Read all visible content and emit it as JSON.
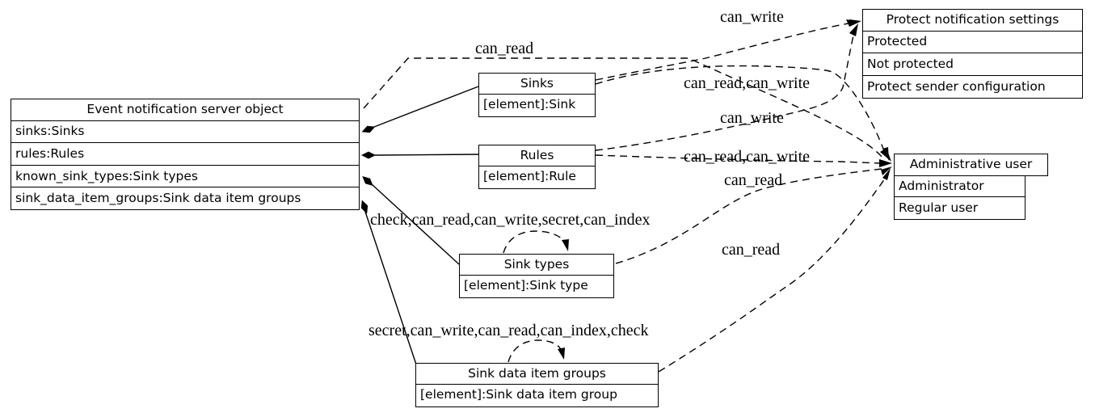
{
  "diagram": {
    "type": "uml-object-acl-graph",
    "nodes": {
      "server": {
        "title": "Event notification server object",
        "rows": [
          "sinks:Sinks",
          "rules:Rules",
          "known_sink_types:Sink types",
          "sink_data_item_groups:Sink data item groups"
        ]
      },
      "sinks": {
        "title": "Sinks",
        "rows": [
          "[element]:Sink"
        ]
      },
      "rules": {
        "title": "Rules",
        "rows": [
          "[element]:Rule"
        ]
      },
      "sink_types": {
        "title": "Sink types",
        "rows": [
          "[element]:Sink type"
        ]
      },
      "sink_data_item_groups": {
        "title": "Sink data item groups",
        "rows": [
          "[element]:Sink data item group"
        ]
      },
      "protect_notification_settings": {
        "title": "Protect notification settings",
        "rows": [
          "Protected",
          "Not protected",
          "Protect sender configuration"
        ]
      },
      "administrative_user": {
        "title": "Administrative user",
        "rows": [
          "Administrator",
          "Regular user"
        ]
      }
    },
    "edges": [
      {
        "from": "server",
        "to": "administrative_user",
        "label": "can_read",
        "style": "dashed"
      },
      {
        "from": "sinks",
        "to": "protect_notification_settings",
        "label": "can_write",
        "style": "dashed"
      },
      {
        "from": "sinks",
        "to": "administrative_user",
        "label": "can_read,can_write",
        "style": "dashed"
      },
      {
        "from": "rules",
        "to": "protect_notification_settings",
        "label": "can_write",
        "style": "dashed"
      },
      {
        "from": "rules",
        "to": "administrative_user",
        "label": "can_read,can_write",
        "style": "dashed"
      },
      {
        "from": "sink_types",
        "to": "administrative_user",
        "label": "can_read",
        "style": "dashed"
      },
      {
        "from": "sink_data_item_groups",
        "to": "administrative_user",
        "label": "can_read",
        "style": "dashed"
      },
      {
        "from": "sink_types",
        "to": "sink_types",
        "label": "check,can_read,can_write,secret,can_index",
        "style": "dashed-selfloop"
      },
      {
        "from": "sink_data_item_groups",
        "to": "sink_data_item_groups",
        "label": "secret,can_write,can_read,can_index,check",
        "style": "dashed-selfloop"
      }
    ],
    "compositions": [
      {
        "from": "server.sinks",
        "to": "sinks"
      },
      {
        "from": "server.rules",
        "to": "rules"
      },
      {
        "from": "server.known_sink_types",
        "to": "sink_types"
      },
      {
        "from": "server.sink_data_item_groups",
        "to": "sink_data_item_groups"
      }
    ]
  },
  "colors": {
    "background": "#ffffff",
    "stroke": "#000000"
  }
}
